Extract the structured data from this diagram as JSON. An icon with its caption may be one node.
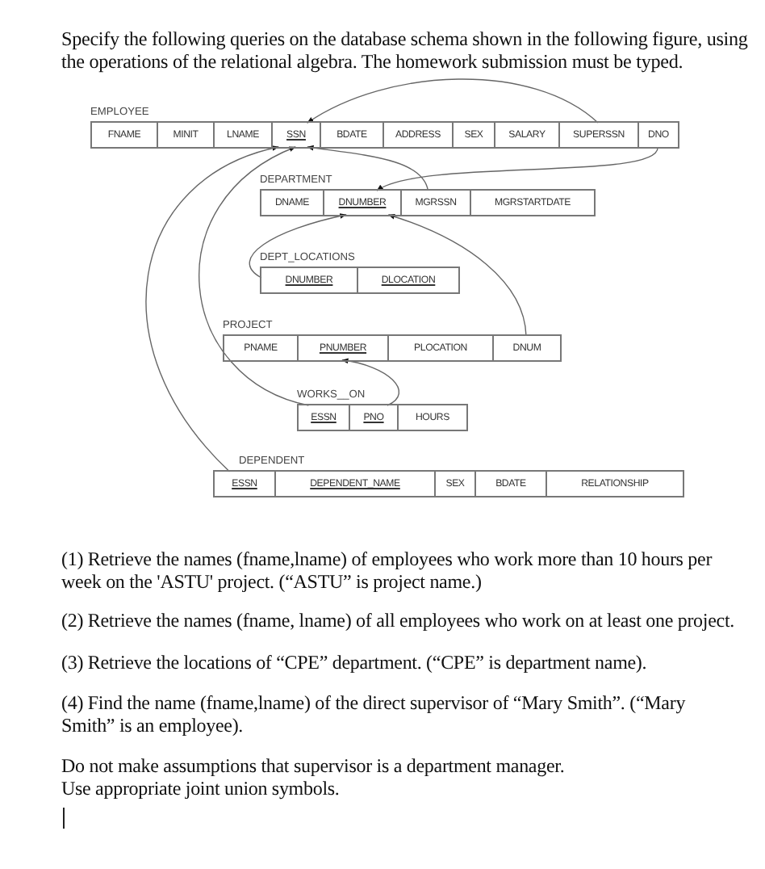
{
  "diagram": {
    "title": "Specify the following queries on the database schema shown in the following figure, using the operations of the relational algebra. The homework submission must be typed.",
    "nodes": [
      {
        "text": [
          "EMPLOYEE"
        ]
      },
      {
        "text": [
          "FNAME"
        ],
        "in": 0
      },
      {
        "text": [
          "MINIT"
        ],
        "in": 0
      },
      {
        "text": [
          "LNAME"
        ],
        "in": 0
      },
      {
        "text": [
          "SSN"
        ],
        "in": 0
      },
      {
        "text": [
          "BDATE"
        ],
        "in": 0
      },
      {
        "text": [
          "ADDRESS"
        ],
        "in": 0
      },
      {
        "text": [
          "SEX"
        ],
        "in": 0
      },
      {
        "text": [
          "SALARY"
        ],
        "in": 0
      },
      {
        "text": [
          "SUPERSSN"
        ],
        "in": 0
      },
      {
        "text": [
          "DNO"
        ],
        "in": 0
      },
      {
        "text": [
          "DEPARTMENT"
        ]
      },
      {
        "text": [
          "DNAME"
        ],
        "in": 11
      },
      {
        "text": [
          "DNUMBER"
        ],
        "in": 11
      },
      {
        "text": [
          "MGRSSN"
        ],
        "in": 11
      },
      {
        "text": [
          "MGRSTARTDATE"
        ],
        "in": 11
      },
      {
        "text": [
          "DEPT_LOCATIONS"
        ]
      },
      {
        "text": [
          "DNUMBER"
        ],
        "in": 16
      },
      {
        "text": [
          "DLOCATION"
        ],
        "in": 16
      },
      {
        "text": [
          "PROJECT"
        ]
      },
      {
        "text": [
          "PNAME"
        ],
        "in": 19
      },
      {
        "text": [
          "PNUMBER"
        ],
        "in": 19
      },
      {
        "text": [
          "PLOCATION"
        ],
        "in": 19
      },
      {
        "text": [
          "DNUM"
        ],
        "in": 19
      },
      {
        "text": [
          "WORKS__ON"
        ]
      },
      {
        "text": [
          "ESSN"
        ],
        "in": 24
      },
      {
        "text": [
          "PNO"
        ],
        "in": 24
      },
      {
        "text": [
          "HOURS"
        ],
        "in": 24
      },
      {
        "text": [
          "DEPENDENT"
        ]
      },
      {
        "text": [
          "ESSN"
        ],
        "in": 28
      },
      {
        "text": [
          "DEPENDENT_NAME"
        ],
        "in": 28
      },
      {
        "text": [
          "SEX"
        ],
        "in": 28
      },
      {
        "text": [
          "BDATE"
        ],
        "in": 28
      },
      {
        "text": [
          "RELATIONSHIP"
        ],
        "in": 28
      }
    ],
    "edges": [
      {
        "from": 9,
        "to": 4,
        "arrow": "to"
      },
      {
        "from": 10,
        "to": 13,
        "arrow": "to"
      },
      {
        "from": 14,
        "to": 4,
        "arrow": "to"
      },
      {
        "from": 17,
        "to": 13,
        "arrow": "to"
      },
      {
        "from": 23,
        "to": 13,
        "arrow": "to"
      },
      {
        "from": 25,
        "to": 4,
        "arrow": "to"
      },
      {
        "from": 26,
        "to": 21,
        "arrow": "to"
      },
      {
        "from": 29,
        "to": 4,
        "arrow": "to"
      }
    ],
    "labels": [
      "(1) Retrieve the names (fname,lname) of employees who work more than 10 hours per week on the 'ASTU' project. (“ASTU” is project name.)",
      "(2) Retrieve the names (fname, lname) of all employees who work on at least one project.",
      "(3) Retrieve the locations of “CPE” department.  (“CPE” is department name).",
      "(4) Find the name (fname,lname) of the direct supervisor of “Mary Smith”.  (“Mary Smith” is an employee).",
      "Do not make assumptions that supervisor is a department manager.",
      "Use appropriate joint union symbols."
    ]
  }
}
